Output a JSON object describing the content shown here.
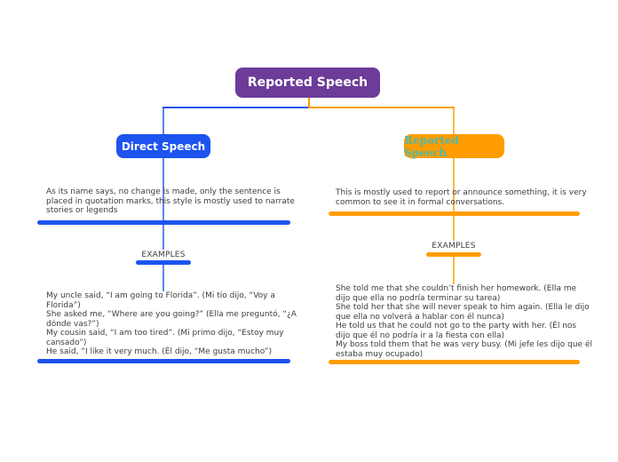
{
  "root_node": {
    "label": "Reported Speech"
  },
  "branches": {
    "direct": {
      "title": "Direct Speech",
      "description": "As its name says, no change is made, only the sentence is placed in quotation marks, this style is mostly used to narrate stories or legends",
      "examples_label": "EXAMPLES",
      "examples": [
        "My uncle said, “I am going to Florida”. (Mi tío dijo, “Voy a Florida”)",
        "She asked me, “Where are you going?” (Ella me preguntó, “¿A dónde vas?”)",
        "My cousin said, “I am too tired”. (Mi primo dijo, “Estoy muy cansado”)",
        "He said, “I like it very much. (Él dijo, “Me gusta mucho”)"
      ]
    },
    "reported": {
      "title": "Reported Speech",
      "description": "This is mostly used to report or announce something, it is very common to see it in formal conversations.",
      "examples_label": "EXAMPLES",
      "examples": [
        "She told me that she couldn’t finish her homework. (Ella me dijo que ella no podría terminar su tarea)",
        "She told her that she will never speak to him again. (Ella le dijo que ella no volverá a hablar con él nunca)",
        "He told us that he could not go to the party with her. (Él nos dijo que él no podría ir a la fiesta con ella)",
        "My boss told them that he was very busy. (Mi jefe les dijo que él estaba muy ocupado)"
      ]
    }
  },
  "colors": {
    "root_fill": "#6d3c99",
    "direct_fill": "#1d53ee",
    "reported_fill": "#ff9d00",
    "reported_text": "#52b7a4",
    "body_text": "#3d3d3d"
  }
}
